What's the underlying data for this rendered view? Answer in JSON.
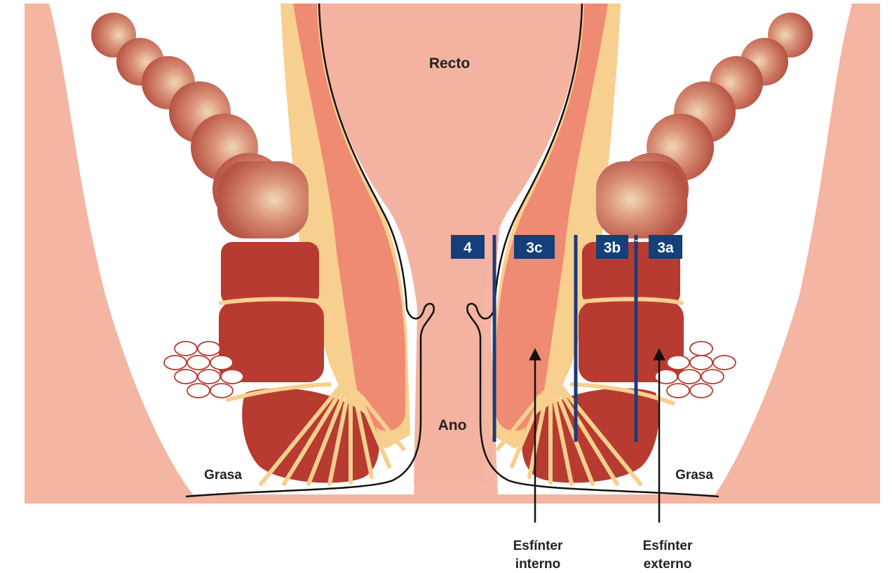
{
  "labels": {
    "rectum": "Recto",
    "anus": "Ano",
    "fat_left": "Grasa",
    "fat_right": "Grasa",
    "internal_sphincter_line1": "Esfínter",
    "internal_sphincter_line2": "interno",
    "external_sphincter_line1": "Esfínter",
    "external_sphincter_line2": "externo"
  },
  "tear_grades": [
    "4",
    "3c",
    "3b",
    "3a"
  ],
  "colors": {
    "skin": "#f4b5a2",
    "rectal_mucosa": "#f4b3a1",
    "internal_sphincter": "#ef8a73",
    "fascia_yellow": "#f7cf8e",
    "external_sphincter": "#b73b30",
    "levator_gradient_light": "#eec9a6",
    "badge_blue": "#143f78",
    "grade_line": "#1d3b77",
    "outline": "#111111"
  }
}
